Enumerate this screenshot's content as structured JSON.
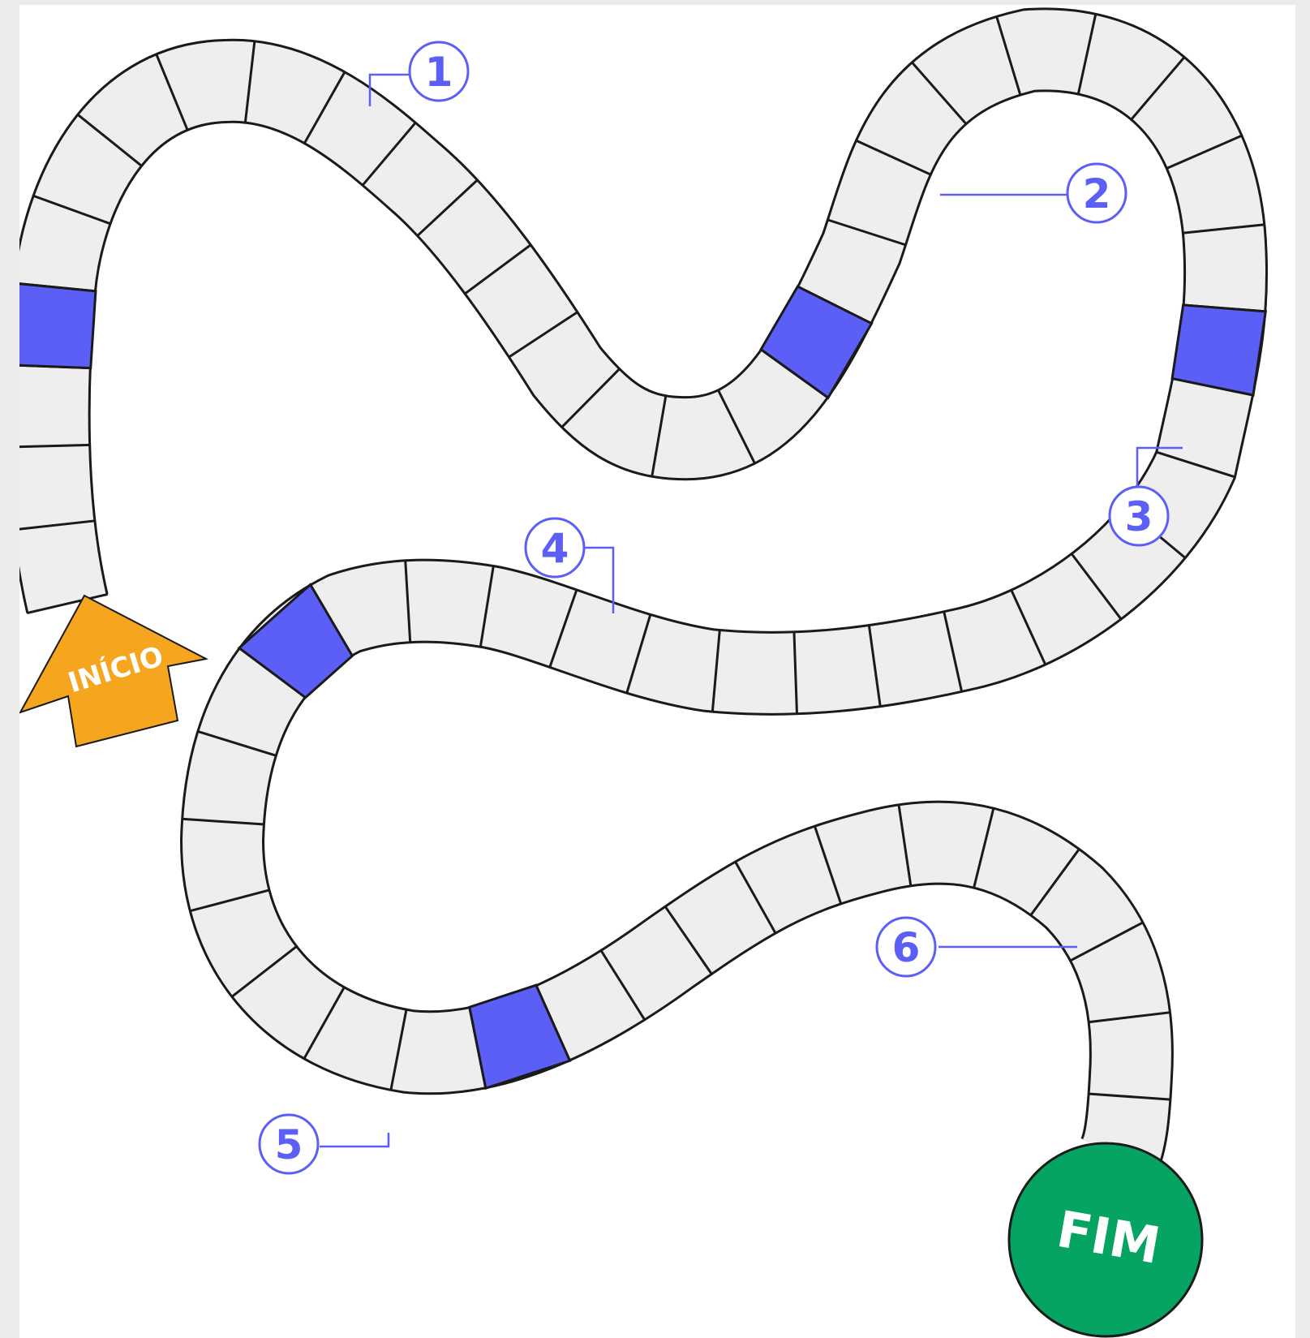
{
  "board": {
    "start_label": "INÍCIO",
    "end_label": "FIM",
    "markers": [
      "1",
      "2",
      "3",
      "4",
      "5",
      "6"
    ]
  },
  "colors": {
    "page_background": "#ececec",
    "board_background": "#ffffff",
    "cell_fill": "#eeeeee",
    "cell_outline": "#1a1a1a",
    "highlight_cell": "#5b5ff5",
    "marker_color": "#5b5ff5",
    "start_arrow": "#f5a51e",
    "end_circle": "#06a463"
  },
  "icons": {
    "start": "up-arrow-icon",
    "end": "circle-icon"
  }
}
